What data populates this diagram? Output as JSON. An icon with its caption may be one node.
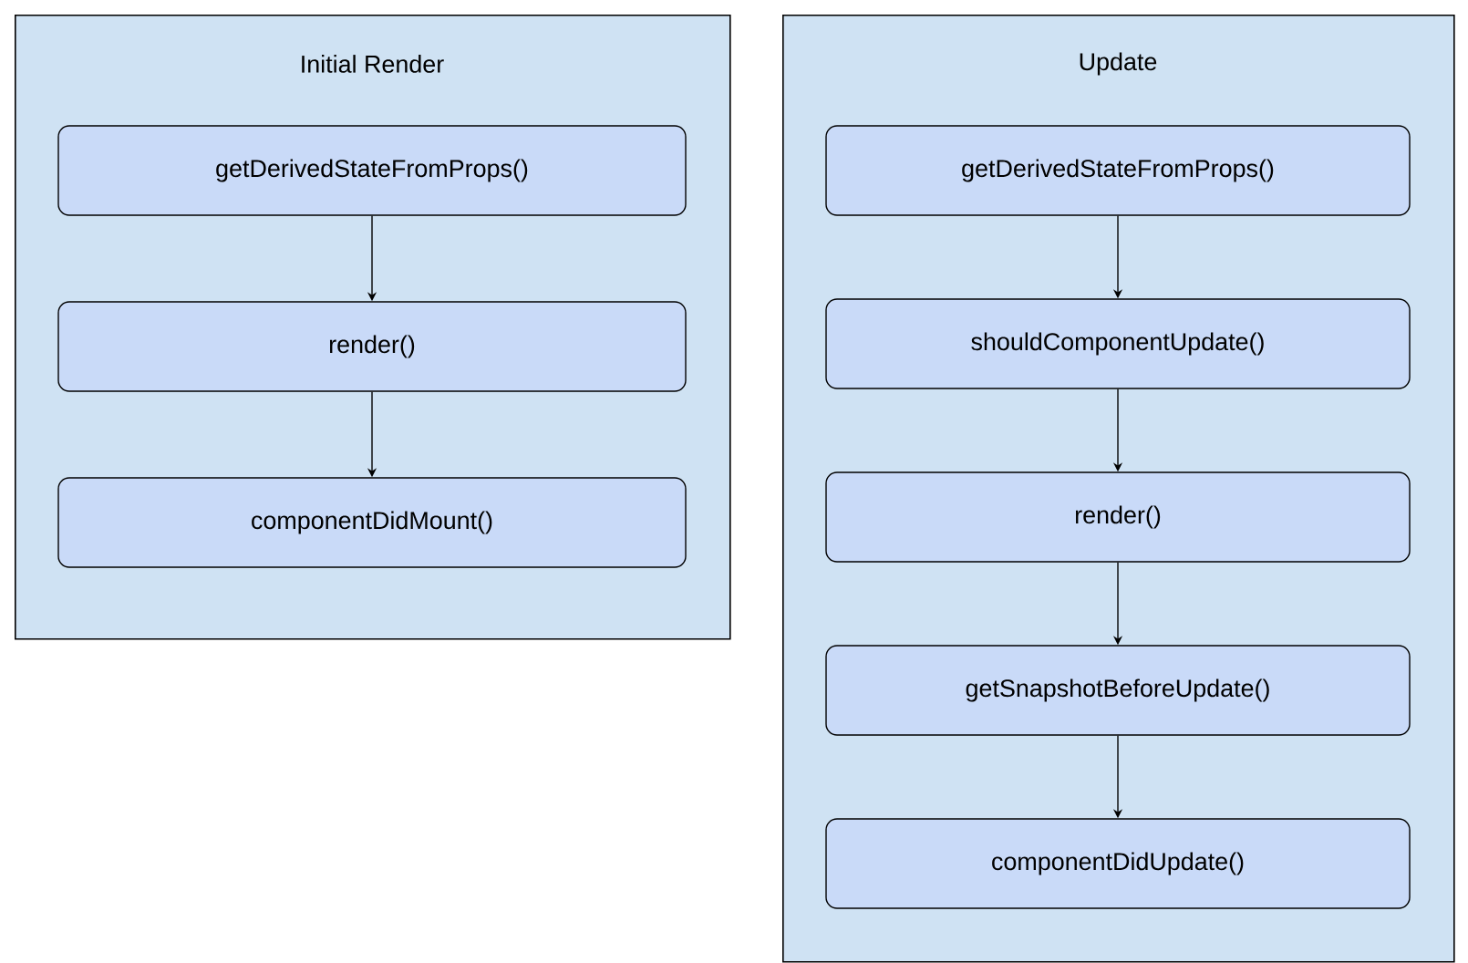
{
  "diagram": {
    "nodes": [
      {
        "text": [
          "Initial Render"
        ]
      },
      {
        "text": [
          "getDerivedStateFromProps()"
        ],
        "in": 0
      },
      {
        "text": [
          "render()"
        ],
        "in": 0
      },
      {
        "text": [
          "componentDidMount()"
        ],
        "in": 0
      },
      {
        "text": [
          "Update"
        ]
      },
      {
        "text": [
          "getDerivedStateFromProps()"
        ],
        "in": 4
      },
      {
        "text": [
          "shouldComponentUpdate()"
        ],
        "in": 4
      },
      {
        "text": [
          "render()"
        ],
        "in": 4
      },
      {
        "text": [
          "getSnapshotBeforeUpdate()"
        ],
        "in": 4
      },
      {
        "text": [
          "componentDidUpdate()"
        ],
        "in": 4
      }
    ],
    "edges": [
      {
        "from": 1,
        "to": 2,
        "arrow": "to"
      },
      {
        "from": 2,
        "to": 3,
        "arrow": "to"
      },
      {
        "from": 5,
        "to": 6,
        "arrow": "to"
      },
      {
        "from": 6,
        "to": 7,
        "arrow": "to"
      },
      {
        "from": 7,
        "to": 8,
        "arrow": "to"
      },
      {
        "from": 8,
        "to": 9,
        "arrow": "to"
      }
    ]
  }
}
